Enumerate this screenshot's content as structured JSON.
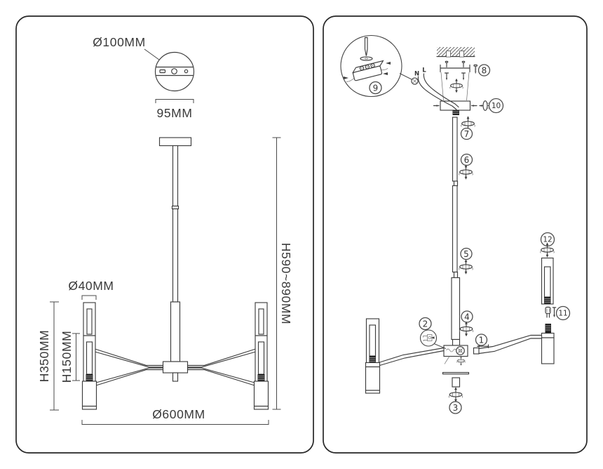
{
  "title": "chandelier-installation-diagram",
  "colors": {
    "background": "#ffffff",
    "panel_border": "#262626",
    "line": "#3d3d3d",
    "dark_fill": "#222222",
    "text": "#3a3a3a"
  },
  "left_panel": {
    "dimensions": {
      "canopy_diameter": "Ø100MM",
      "canopy_width": "95MM",
      "shade_diameter": "Ø40MM",
      "lamp_height": "H350MM",
      "shade_height": "H150MM",
      "fixture_diameter": "Ø600MM",
      "height_range": "H590~890MM"
    }
  },
  "right_panel": {
    "wire_labels": {
      "neutral": "N",
      "live": "L"
    },
    "steps": {
      "s1": "1",
      "s2": "2",
      "s3": "3",
      "s4": "4",
      "s5": "5",
      "s6": "6",
      "s7": "7",
      "s8": "8",
      "s9": "9",
      "s10": "10",
      "s11": "11",
      "s12": "12"
    }
  }
}
